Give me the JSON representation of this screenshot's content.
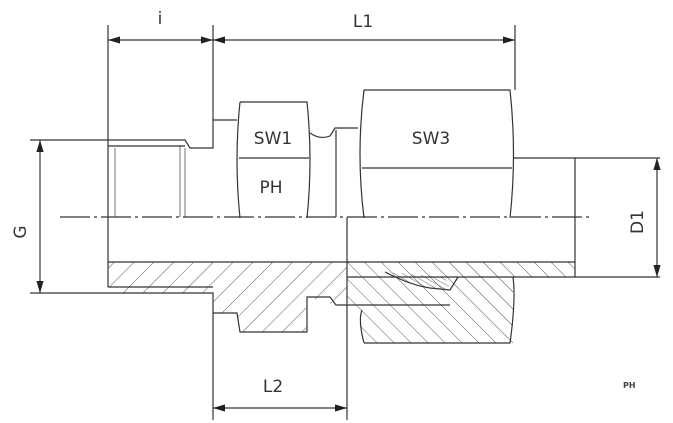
{
  "drawing": {
    "labels": {
      "i": "i",
      "L1": "L1",
      "SW1": "SW1",
      "PH": "PH",
      "SW3": "SW3",
      "G": "G",
      "D1": "D1",
      "L2": "L2"
    },
    "logo": "PH"
  }
}
